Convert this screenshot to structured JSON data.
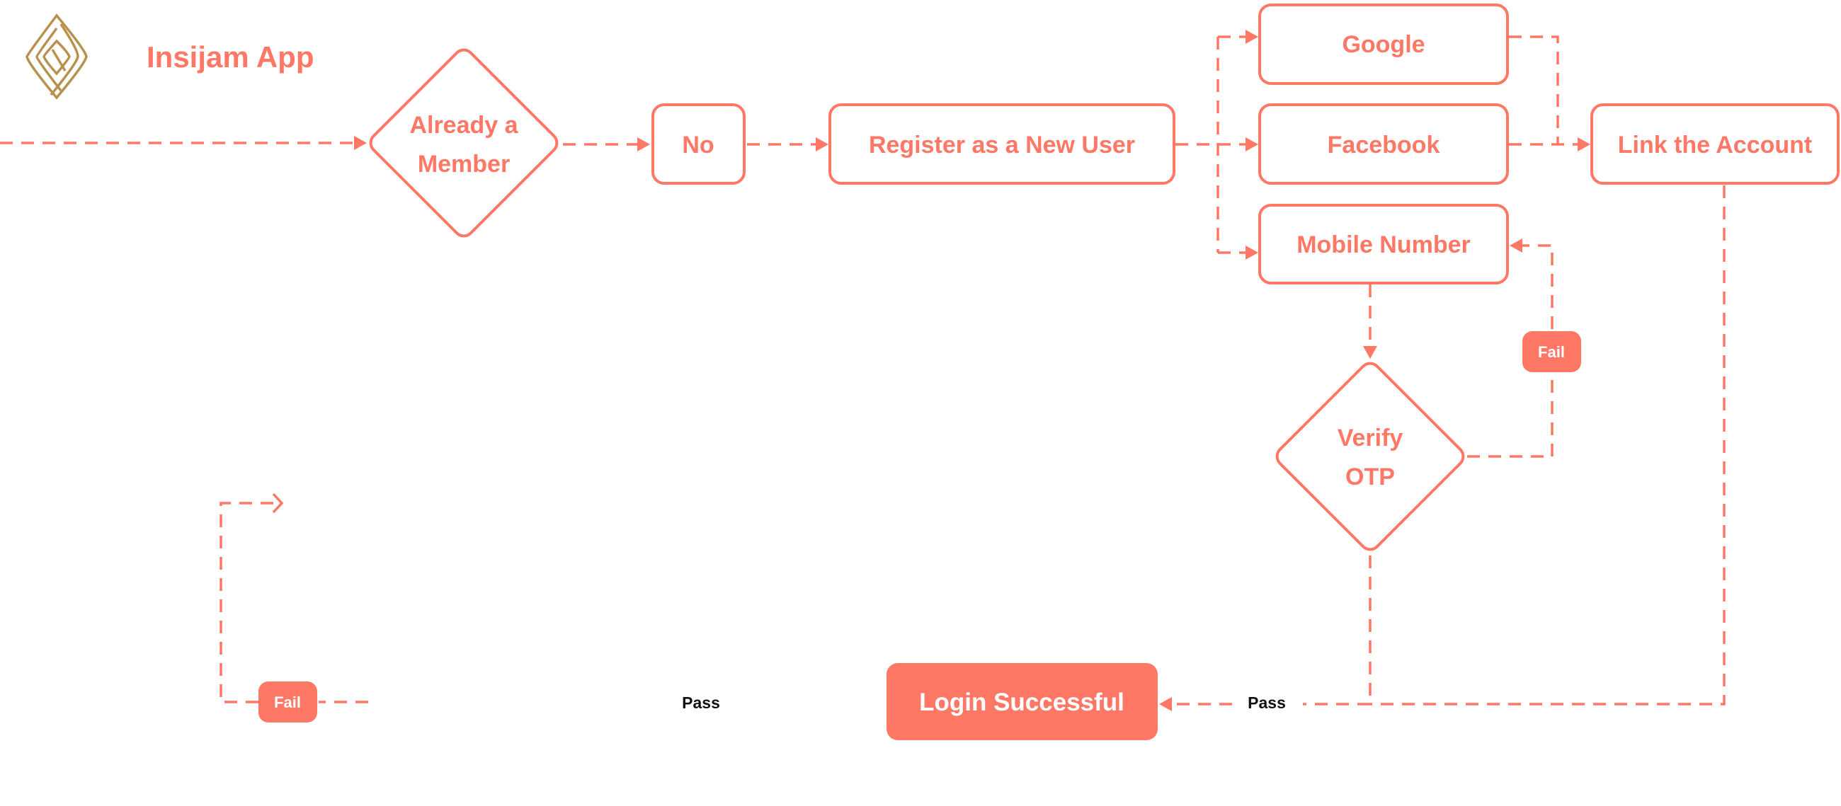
{
  "header": {
    "title": "Insijam App",
    "logo": "insijam-logo"
  },
  "colors": {
    "accent": "#FF7866",
    "logo": "#B8914F",
    "text_dark": "#111111"
  },
  "nodes": {
    "already_member": [
      "Already a",
      "Member"
    ],
    "no": "No",
    "register": "Register as a New User",
    "google": "Google",
    "facebook": "Facebook",
    "mobile": "Mobile Number",
    "link_account": "Link the Account",
    "verify_otp": [
      "Verify",
      "OTP"
    ],
    "login_success": "Login Successful"
  },
  "edge_labels": {
    "fail_right": "Fail",
    "fail_left": "Fail",
    "pass_left": "Pass",
    "pass_right": "Pass"
  }
}
